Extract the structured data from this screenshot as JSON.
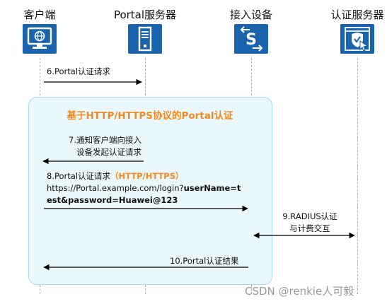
{
  "participants": {
    "client": "客户端",
    "portal_server": "Portal服务器",
    "access_device": "接入设备",
    "auth_server": "认证服务器"
  },
  "section_title": "基于HTTP/HTTPS协议的Portal认证",
  "messages": {
    "m6": "6.Portal认证请求",
    "m7_line1": "7.通知客户端向接入",
    "m7_line2": "设备发起认证请求",
    "m8_prefix": "8.Portal认证请求",
    "m8_protocol": "（HTTP/HTTPS）",
    "m8_url_plain": "https://Portal.example.com/login?",
    "m8_url_bold1": "userName=t",
    "m8_url_bold2": "est&password=Huawei@123",
    "m9_line1": "9.RADIUS认证",
    "m9_line2": "与计费交互",
    "m10": "10.Portal认证结果"
  },
  "watermark": "CSDN @renkie人可毅",
  "colors": {
    "icon_blue": "#1b64ad",
    "accent_orange": "#f08a24",
    "panel_fill": "#eaf7fb",
    "panel_border": "#a9dcea"
  }
}
